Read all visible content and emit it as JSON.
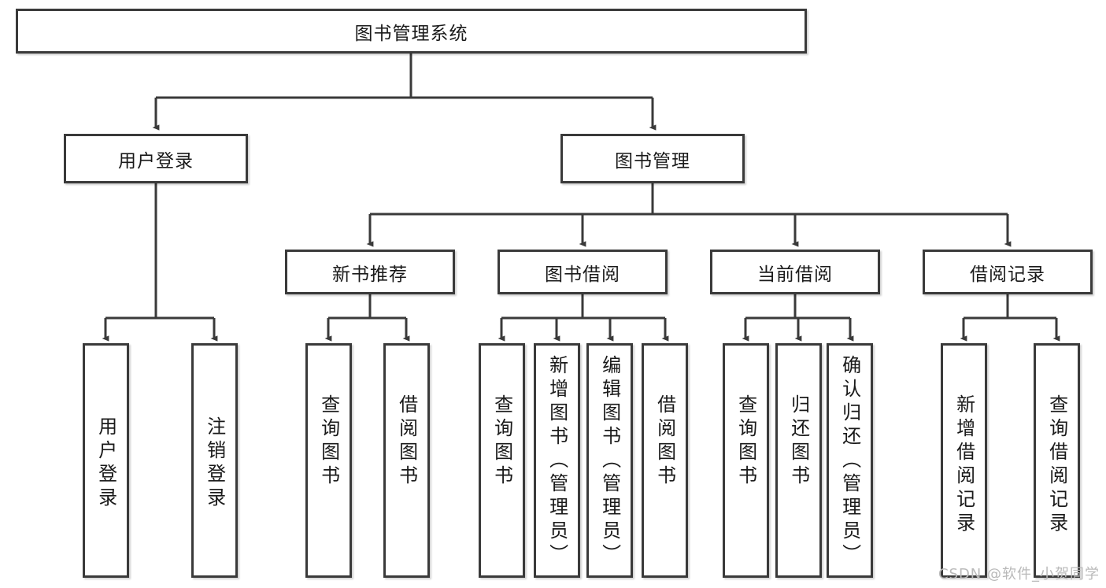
{
  "diagram": {
    "title": "图书管理系统",
    "type": "tree-hierarchy-diagram",
    "style": {
      "box_border_color": "#3a3a3a",
      "box_fill_color": "#ffffff",
      "edge_color": "#3a3a3a",
      "text_color": "#1a1a1a",
      "watermark_color": "#b9b9b9"
    },
    "root": {
      "label": "图书管理系统"
    },
    "level2": [
      {
        "label": "用户登录"
      },
      {
        "label": "图书管理"
      }
    ],
    "level3": [
      {
        "label": "新书推荐"
      },
      {
        "label": "图书借阅"
      },
      {
        "label": "当前借阅"
      },
      {
        "label": "借阅记录"
      }
    ],
    "leaves": {
      "user_login": [
        {
          "label": "用户登录"
        },
        {
          "label": "注销登录"
        }
      ],
      "new_book_recommend": [
        {
          "label": "查询图书"
        },
        {
          "label": "借阅图书"
        }
      ],
      "book_borrow": [
        {
          "label": "查询图书"
        },
        {
          "label": "新增图书（管理员）"
        },
        {
          "label": "编辑图书（管理员）"
        },
        {
          "label": "借阅图书"
        }
      ],
      "current_borrow": [
        {
          "label": "查询图书"
        },
        {
          "label": "归还图书"
        },
        {
          "label": "确认归还（管理员）"
        }
      ],
      "borrow_record": [
        {
          "label": "新增借阅记录"
        },
        {
          "label": "查询借阅记录"
        }
      ]
    }
  },
  "watermark": {
    "text": "CSDN @软件_小贺同学"
  }
}
